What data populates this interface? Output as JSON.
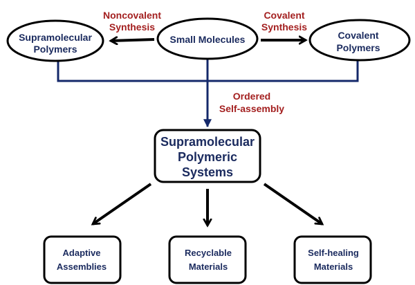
{
  "colors": {
    "node_text": "#1a2a5e",
    "edge_label": "#a31f1f",
    "outline": "#000000",
    "connector_blue": "#14286a"
  },
  "nodes": {
    "small_molecules": {
      "lines": [
        "Small Molecules"
      ]
    },
    "supramolecular_polymers": {
      "lines": [
        "Supramolecular",
        "Polymers"
      ]
    },
    "covalent_polymers": {
      "lines": [
        "Covalent",
        "Polymers"
      ]
    },
    "supramolecular_polymeric_systems": {
      "lines": [
        "Supramolecular",
        "Polymeric",
        "Systems"
      ]
    },
    "adaptive_assemblies": {
      "lines": [
        "Adaptive",
        "Assemblies"
      ]
    },
    "recyclable_materials": {
      "lines": [
        "Recyclable",
        "Materials"
      ]
    },
    "self_healing_materials": {
      "lines": [
        "Self-healing",
        "Materials"
      ]
    }
  },
  "edge_labels": {
    "noncovalent_synthesis": [
      "Noncovalent",
      "Synthesis"
    ],
    "covalent_synthesis": [
      "Covalent",
      "Synthesis"
    ],
    "ordered_self_assembly": [
      "Ordered",
      "Self-assembly"
    ]
  }
}
